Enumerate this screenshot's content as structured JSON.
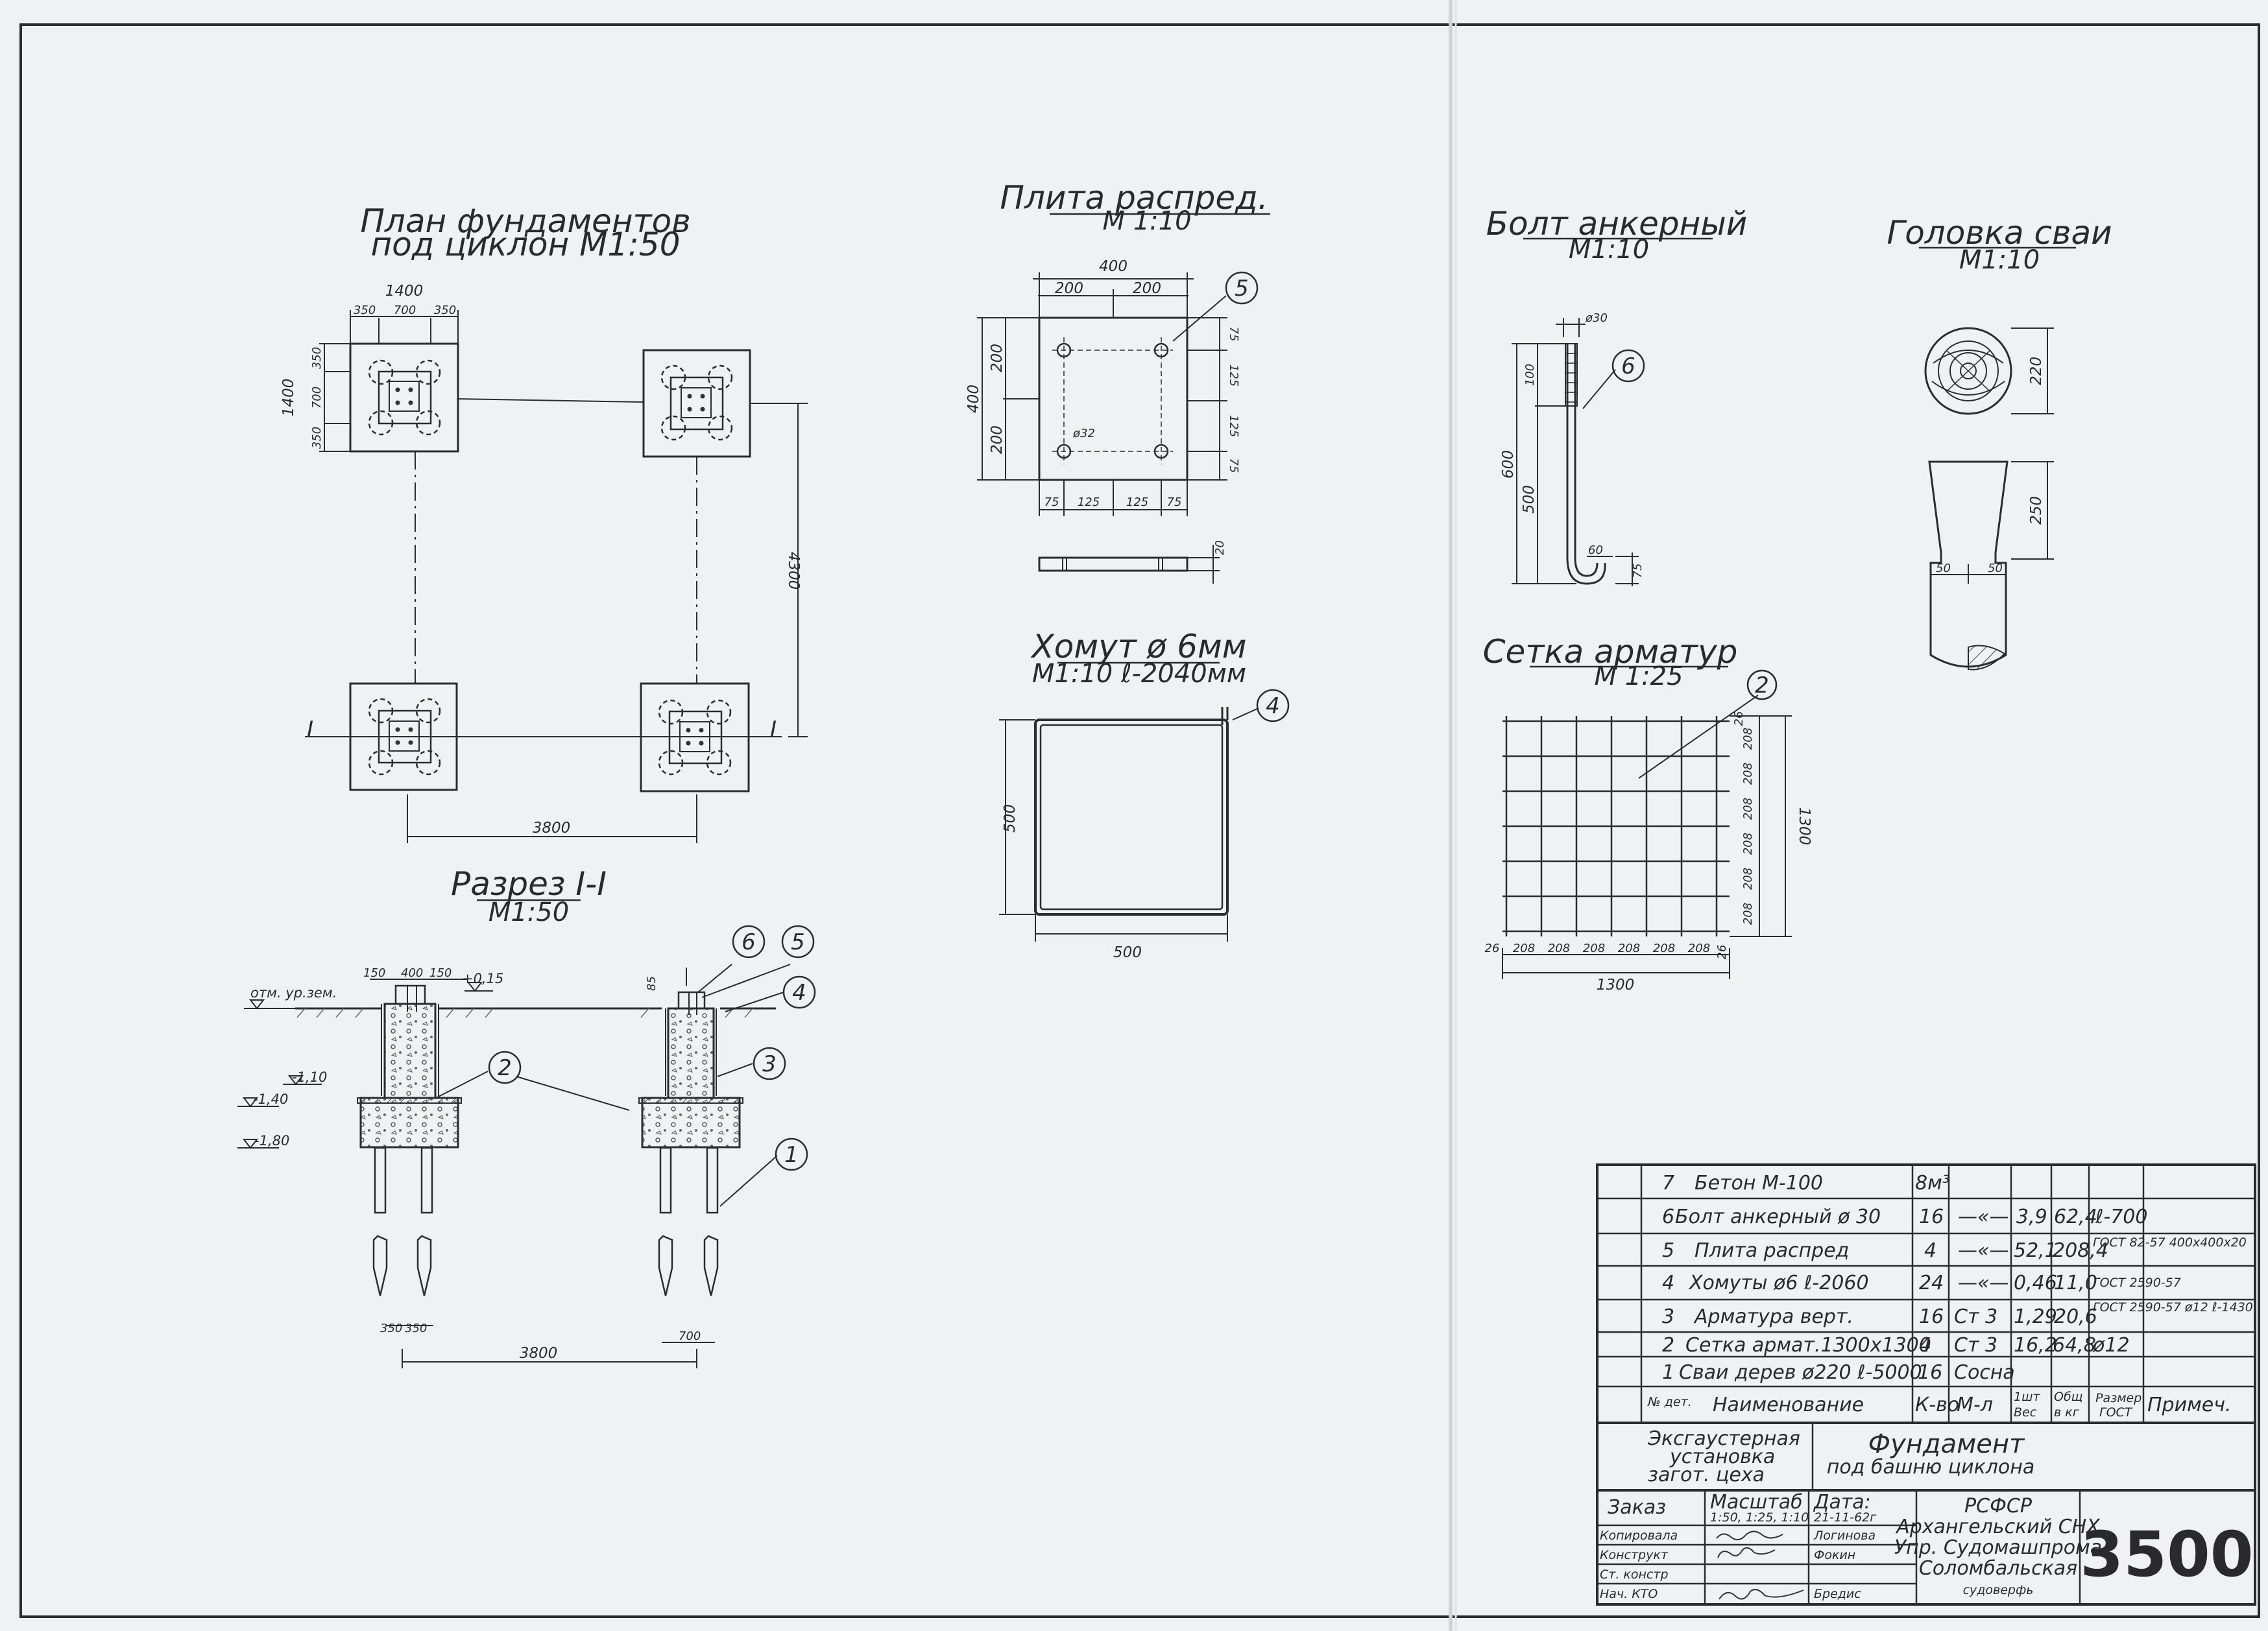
{
  "views": {
    "plan": {
      "title_1": "План фундаментов",
      "title_2": "под циклон М1:50",
      "dims": {
        "width": "1400",
        "w1": "350",
        "w2": "700",
        "w3": "350",
        "height": "1400",
        "h1": "350",
        "h2": "700",
        "h3": "350",
        "span_y": "4300",
        "span_x": "3800"
      },
      "section_mark": "I"
    },
    "section": {
      "title": "Разрез I-I",
      "scale": "М1:50",
      "ground_label": "отм. ур.зем.",
      "level_top": "+0,15",
      "levels": [
        "-1,10",
        "-1,40",
        "-1,80"
      ],
      "dims": {
        "d150a": "150",
        "d400": "400",
        "d150b": "150",
        "d85": "85",
        "d350a": "350",
        "d350b": "350",
        "d700": "700",
        "d3800": "3800"
      }
    },
    "plate": {
      "title": "Плита распред.",
      "scale": "М 1:10",
      "dims": {
        "w": "400",
        "w1": "200",
        "w2": "200",
        "h": "400",
        "h1": "200",
        "h2": "200",
        "r1": "75",
        "r2": "125",
        "r3": "125",
        "r4": "75",
        "b1": "75",
        "b2": "125",
        "b3": "125",
        "b4": "75",
        "hole": "ø32",
        "t": "20"
      }
    },
    "clamp": {
      "title": "Хомут ø 6мм",
      "scale": "М1:10 ℓ-2040мм",
      "dims": {
        "h": "500",
        "w": "500"
      }
    },
    "bolt": {
      "title": "Болт анкерный",
      "scale": "М1:10",
      "dims": {
        "dia": "ø30",
        "total": "600",
        "thread": "100",
        "shank": "500",
        "hook": "60",
        "end": "75"
      }
    },
    "pilehead": {
      "title": "Головка сваи",
      "scale": "М1:10",
      "dims": {
        "d220": "220",
        "d250": "250",
        "d50a": "50",
        "d50b": "50"
      }
    },
    "mesh": {
      "title": "Сетка арматур",
      "scale": "М 1:25",
      "dims": {
        "total_w": "1300",
        "total_h": "1300",
        "edge": "26",
        "cell": "208"
      }
    }
  },
  "callouts": [
    "1",
    "2",
    "3",
    "4",
    "5",
    "6"
  ],
  "spec_table": {
    "rows": [
      {
        "pos": "7",
        "name": "Бетон М-100",
        "qty": "8м³",
        "mat": "",
        "unit": "",
        "total": "",
        "std": ""
      },
      {
        "pos": "6",
        "name": "Болт анкерный ø 30",
        "qty": "16",
        "mat": "—«—",
        "unit": "3,9",
        "total": "62,4",
        "std": "ℓ-700"
      },
      {
        "pos": "5",
        "name": "Плита распред",
        "qty": "4",
        "mat": "—«—",
        "unit": "52,1",
        "total": "208,4",
        "std": "ГОСТ 82-57 400х400х20"
      },
      {
        "pos": "4",
        "name": "Хомуты ø6 ℓ-2060",
        "qty": "24",
        "mat": "—«—",
        "unit": "0,46",
        "total": "11,0",
        "std": "ГОСТ 2590-57"
      },
      {
        "pos": "3",
        "name": "Арматура верт.",
        "qty": "16",
        "mat": "Ст 3",
        "unit": "1,29",
        "total": "20,6",
        "std": "ГОСТ 2590-57 ø12 ℓ-1430"
      },
      {
        "pos": "2",
        "name": "Сетка армат.1300х1300",
        "qty": "4",
        "mat": "Ст 3",
        "unit": "16,2",
        "total": "64,8",
        "std": "ø12"
      },
      {
        "pos": "1",
        "name": "Сваи дерев ø220 ℓ-5000",
        "qty": "16",
        "mat": "Сосна",
        "unit": "",
        "total": "",
        "std": ""
      }
    ],
    "header": {
      "pos": "№ дет.",
      "name": "Наименование",
      "qty": "К-во",
      "mat": "М-л",
      "unit_1": "1шт",
      "unit_2": "Вес",
      "total_1": "Общ",
      "total_2": "в кг",
      "std_1": "Размер",
      "std_2": "ГОСТ",
      "note": "Примеч."
    }
  },
  "title_block": {
    "object_1": "Эксгаустерная",
    "object_2": "установка",
    "object_3": "загот. цеха",
    "title_1": "Фундамент",
    "title_2": "под башню циклона",
    "order": "Заказ",
    "scale_label": "Масштаб",
    "scale_value": "1:50, 1:25, 1:10",
    "date_label": "Дата:",
    "date_value": "21-11-62г",
    "roles": [
      "Копировала",
      "Конструкт",
      "Ст. констр",
      "Нач. КТО"
    ],
    "names": [
      "Логинова",
      "Фокин",
      "",
      "Бредис"
    ],
    "org_1": "РСФСР",
    "org_2": "Архангельский СНХ",
    "org_3": "Упр. Судомашпрома",
    "org_4": "Соломбальская",
    "org_5": "судоверфь",
    "number": "3500"
  }
}
